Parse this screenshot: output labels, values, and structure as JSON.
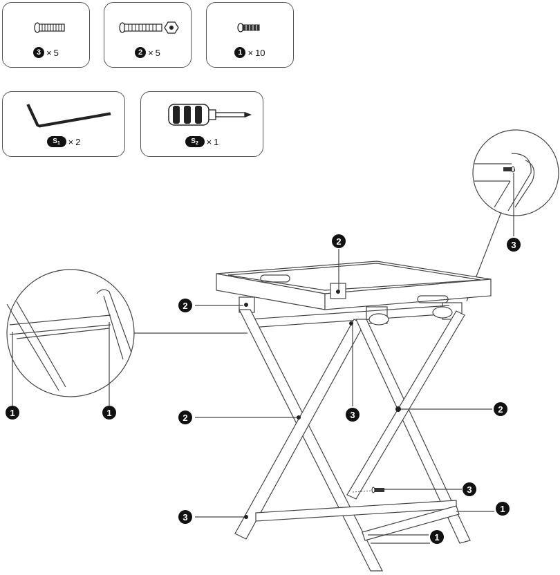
{
  "parts": [
    {
      "id": "3",
      "mult": "×",
      "count": "5"
    },
    {
      "id": "2",
      "mult": "×",
      "count": "5"
    },
    {
      "id": "1",
      "mult": "×",
      "count": "10"
    }
  ],
  "tools": [
    {
      "id": "S",
      "sub": "1",
      "mult": "×",
      "count": "2"
    },
    {
      "id": "S",
      "sub": "2",
      "mult": "×",
      "count": "1"
    }
  ],
  "callouts": {
    "detail_top_screw": "3",
    "tray_top_screw": "2",
    "tray_left_screw": "2",
    "pivot_center": "3",
    "left_pivot": "2",
    "right_pivot": "2",
    "bottom_screw_right": "3",
    "left_foot_screw": "3",
    "crossbar_right": "1",
    "crossbar_bottom": "1",
    "detail_left_a": "1",
    "detail_left_b": "1"
  }
}
